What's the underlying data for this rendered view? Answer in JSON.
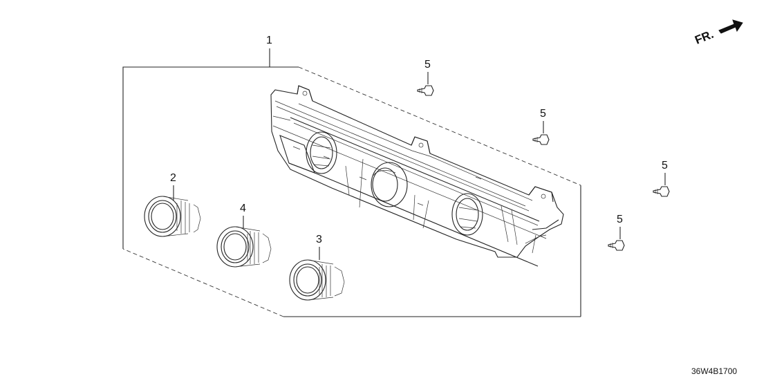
{
  "direction_marker": {
    "label": "FR.",
    "icon": "front-direction-arrow-icon"
  },
  "callouts": {
    "assembly": "1",
    "knob_left": "2",
    "knob_right": "3",
    "knob_center": "4",
    "screws": [
      "5",
      "5",
      "5",
      "5"
    ]
  },
  "diagram_code": "36W4B1700"
}
